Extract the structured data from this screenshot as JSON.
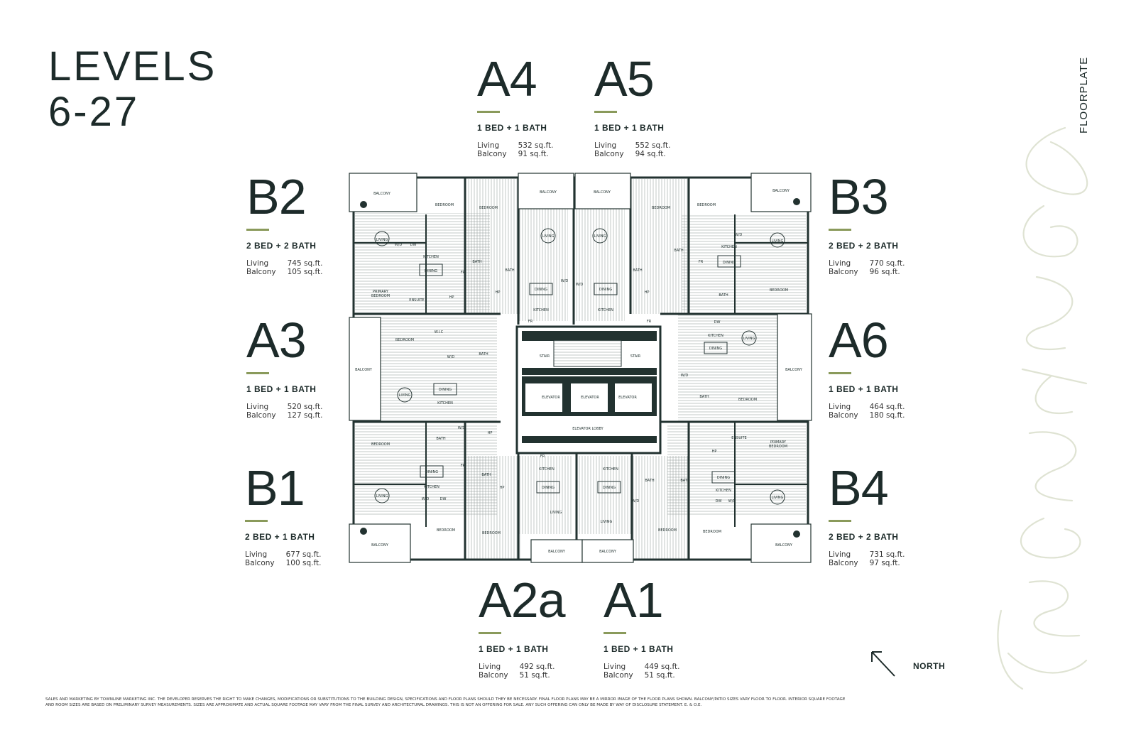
{
  "title": {
    "line1": "LEVELS",
    "line2": "6-27"
  },
  "side_label": "FLOORPLATE",
  "units": [
    {
      "id": "a4",
      "code": "A4",
      "beds": "1 BED + 1 BATH",
      "living_label": "Living",
      "living": "532 sq.ft.",
      "balcony_label": "Balcony",
      "balcony": "91 sq.ft."
    },
    {
      "id": "a5",
      "code": "A5",
      "beds": "1 BED + 1 BATH",
      "living_label": "Living",
      "living": "552 sq.ft.",
      "balcony_label": "Balcony",
      "balcony": "94 sq.ft."
    },
    {
      "id": "b2",
      "code": "B2",
      "beds": "2 BED + 2 BATH",
      "living_label": "Living",
      "living": "745 sq.ft.",
      "balcony_label": "Balcony",
      "balcony": "105 sq.ft."
    },
    {
      "id": "b3",
      "code": "B3",
      "beds": "2 BED + 2 BATH",
      "living_label": "Living",
      "living": "770 sq.ft.",
      "balcony_label": "Balcony",
      "balcony": "96 sq.ft."
    },
    {
      "id": "a3",
      "code": "A3",
      "beds": "1 BED + 1 BATH",
      "living_label": "Living",
      "living": "520 sq.ft.",
      "balcony_label": "Balcony",
      "balcony": "127 sq.ft."
    },
    {
      "id": "a6",
      "code": "A6",
      "beds": "1 BED + 1 BATH",
      "living_label": "Living",
      "living": "464 sq.ft.",
      "balcony_label": "Balcony",
      "balcony": "180 sq.ft."
    },
    {
      "id": "b1",
      "code": "B1",
      "beds": "2 BED + 1 BATH",
      "living_label": "Living",
      "living": "677 sq.ft.",
      "balcony_label": "Balcony",
      "balcony": "100 sq.ft."
    },
    {
      "id": "b4",
      "code": "B4",
      "beds": "2 BED + 2 BATH",
      "living_label": "Living",
      "living": "731 sq.ft.",
      "balcony_label": "Balcony",
      "balcony": "97 sq.ft."
    },
    {
      "id": "a2a",
      "code": "A2a",
      "beds": "1 BED + 1 BATH",
      "living_label": "Living",
      "living": "492 sq.ft.",
      "balcony_label": "Balcony",
      "balcony": "51 sq.ft."
    },
    {
      "id": "a1",
      "code": "A1",
      "beds": "1 BED + 1 BATH",
      "living_label": "Living",
      "living": "449 sq.ft.",
      "balcony_label": "Balcony",
      "balcony": "51 sq.ft."
    }
  ],
  "plan_labels": {
    "balcony": "BALCONY",
    "bedroom": "BEDROOM",
    "primary_1": "PRIMARY",
    "primary_2": "BEDROOM",
    "living": "LIVING",
    "kitchen": "KITCHEN",
    "dining": "DINING",
    "bath": "BATH",
    "ensuite": "ENSUITE",
    "stair": "STAIR",
    "elevator": "ELEVATOR",
    "elevator_lobby": "ELEVATOR LOBBY",
    "wic": "W.I.C",
    "wd": "W/D",
    "dw": "DW",
    "fr": "FR",
    "hp": "HP"
  },
  "north_label": "NORTH",
  "disclaimer": "Sales and marketing by Townline Marketing Inc. The developer reserves the right to make changes, modifications or substitutions to the building design, specifications and floor plans should they be necessary. Final floor plans may be a mirror image of the floor plans shown. Balcony/patio sizes vary floor to floor. Interior square footage and room sizes are based on preliminary survey measurements. Sizes are approximate and actual square footage may vary from the final survey and architectural drawings. This is not an offering for sale. Any such offering can only be made by way of disclosure statement. E. & O.E.",
  "colors": {
    "ink": "#1d2b2a",
    "accent": "#8a9a5b",
    "plan_line": "#223230",
    "script": "#dfe3d3"
  }
}
